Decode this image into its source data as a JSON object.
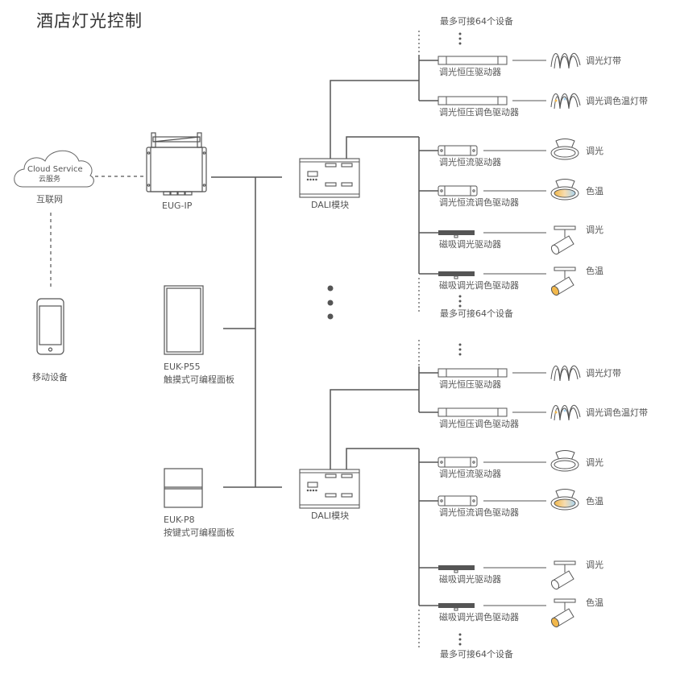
{
  "title": "酒店灯光控制",
  "cloud": {
    "line1": "Cloud Service",
    "line2": "云服务",
    "caption": "互联网"
  },
  "mobile": {
    "caption": "移动设备"
  },
  "gateway": {
    "caption": "EUG-IP"
  },
  "panel_touch": {
    "model": "EUK-P55",
    "caption": "触摸式可编程面板"
  },
  "panel_key": {
    "model": "EUK-P8",
    "caption": "按键式可编程面板"
  },
  "dali_modules": [
    {
      "caption": "DALI模块"
    },
    {
      "caption": "DALI模块"
    }
  ],
  "max_devices": "最多可接64个设备",
  "branches": [
    {
      "drivers": [
        {
          "name": "调光恒压驱动器",
          "type": "cv",
          "load": "调光灯带",
          "load_icon": "led-strip"
        },
        {
          "name": "调光恒压调色驱动器",
          "type": "cv",
          "load": "调光调色温灯带",
          "load_icon": "led-strip-cct"
        },
        {
          "name": "调光恒流驱动器",
          "type": "cc",
          "load": "调光",
          "load_icon": "downlight"
        },
        {
          "name": "调光恒流调色驱动器",
          "type": "cc",
          "load": "色温",
          "load_icon": "downlight-cct"
        },
        {
          "name": "磁吸调光驱动器",
          "type": "mag",
          "load": "调光",
          "load_icon": "spotlight"
        },
        {
          "name": "磁吸调光调色驱动器",
          "type": "mag",
          "load": "色温",
          "load_icon": "spotlight-cct"
        }
      ]
    },
    {
      "drivers": [
        {
          "name": "调光恒压驱动器",
          "type": "cv",
          "load": "调光灯带",
          "load_icon": "led-strip"
        },
        {
          "name": "调光恒压调色驱动器",
          "type": "cv",
          "load": "调光调色温灯带",
          "load_icon": "led-strip-cct"
        },
        {
          "name": "调光恒流驱动器",
          "type": "cc",
          "load": "调光",
          "load_icon": "downlight"
        },
        {
          "name": "调光恒流调色驱动器",
          "type": "cc",
          "load": "色温",
          "load_icon": "downlight-cct"
        },
        {
          "name": "磁吸调光驱动器",
          "type": "mag",
          "load": "调光",
          "load_icon": "spotlight"
        },
        {
          "name": "磁吸调光调色驱动器",
          "type": "mag",
          "load": "色温",
          "load_icon": "spotlight-cct"
        }
      ]
    }
  ],
  "colors": {
    "line": "#555555",
    "warm": "#f2b84b",
    "cool": "#a9d4f0"
  }
}
